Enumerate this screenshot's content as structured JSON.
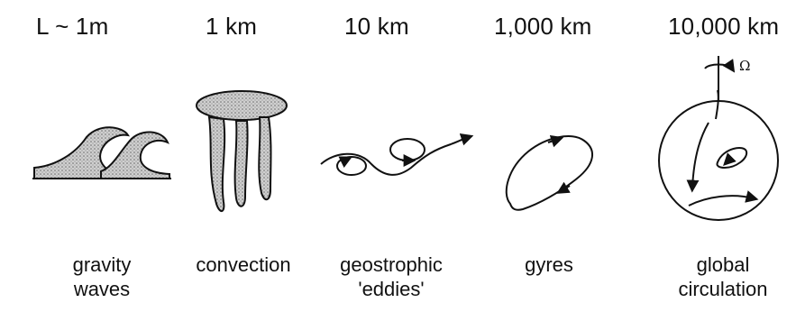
{
  "scales": [
    {
      "label": "L ~ 1m",
      "caption_lines": [
        "gravity",
        "waves"
      ]
    },
    {
      "label": "1 km",
      "caption_lines": [
        "convection"
      ]
    },
    {
      "label": "10 km",
      "caption_lines": [
        "geostrophic",
        "'eddies'"
      ]
    },
    {
      "label": "1,000 km",
      "caption_lines": [
        "gyres"
      ]
    },
    {
      "label": "10,000 km",
      "caption_lines": [
        "global",
        "circulation"
      ]
    }
  ],
  "rotation_symbol": "Ω",
  "icons": [
    "wave-icon",
    "convection-icon",
    "eddies-icon",
    "gyre-icon",
    "globe-icon"
  ],
  "colors": {
    "ink": "#111111",
    "stipple": "#a9a9a9"
  }
}
